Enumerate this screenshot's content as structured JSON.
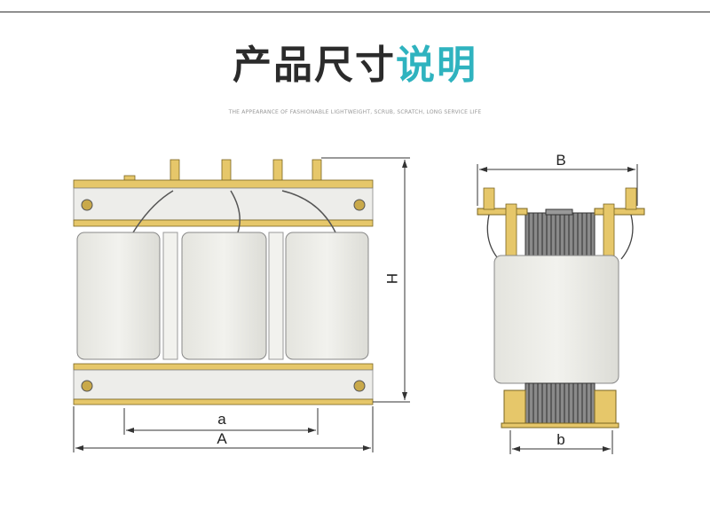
{
  "title": {
    "part1": "产品尺寸",
    "part2": "说明"
  },
  "subtitle": "THE APPEARANCE OF FASHIONABLE LIGHTWEIGHT, SCRUB, SCRATCH, LONG SERVICE LIFE",
  "colors": {
    "accent": "#2fb3bf",
    "title": "#2b2b2b",
    "brass": "#e6c76a",
    "coil": "#ececE8",
    "core": "#7d7d7d"
  },
  "dimensions": {
    "front": {
      "height_label": "H",
      "inner_width_label": "a",
      "outer_width_label": "A"
    },
    "side": {
      "outer_width_label": "B",
      "inner_width_label": "b"
    }
  }
}
